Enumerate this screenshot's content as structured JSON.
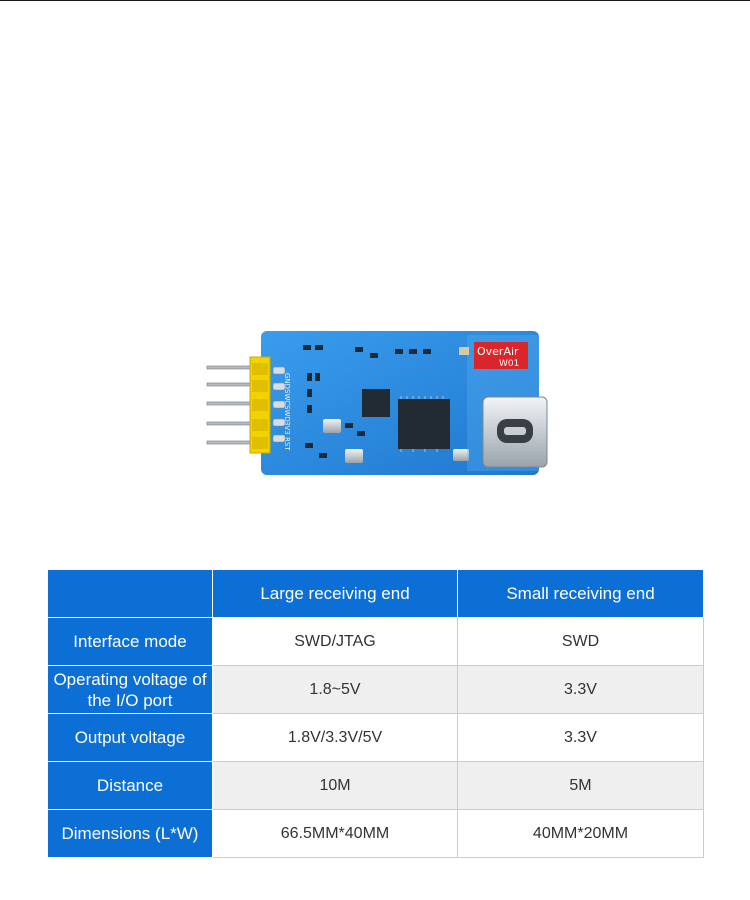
{
  "board": {
    "brand_label": "OverAir",
    "model_label": "W01",
    "pin_labels": [
      "GND",
      "SWC",
      "SWD",
      "3V3",
      "RST"
    ]
  },
  "spec_table": {
    "columns": [
      "",
      "Large receiving end",
      "Small receiving end"
    ],
    "rows": [
      {
        "label": "Interface mode",
        "large": "SWD/JTAG",
        "small": "SWD"
      },
      {
        "label": "Operating voltage of the I/O port",
        "large": "1.8~5V",
        "small": "3.3V"
      },
      {
        "label": "Output voltage",
        "large": "1.8V/3.3V/5V",
        "small": "3.3V"
      },
      {
        "label": "Distance",
        "large": "10M",
        "small": "5M"
      },
      {
        "label": "Dimensions (L*W)",
        "large": "66.5MM*40MM",
        "small": "40MM*20MM"
      }
    ]
  },
  "colors": {
    "header_blue": "#0b6fd6",
    "pcb_blue": "#2f8fe0",
    "pin_header_yellow": "#f4d200",
    "label_red": "#d9262b"
  }
}
